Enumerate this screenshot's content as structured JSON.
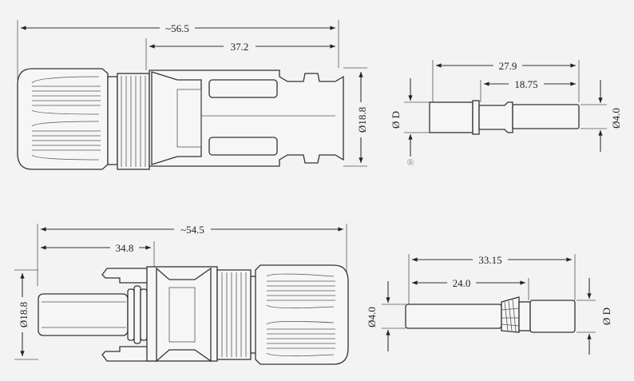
{
  "colors": {
    "background": "#f3f3f3",
    "outline": "#333333",
    "fill": "#f6f6f6"
  },
  "top_assembly": {
    "overall_length": "~56.5",
    "body_length": "37.2",
    "diameter": "Ø18.8"
  },
  "top_pin": {
    "length": "27.9",
    "tip_length": "18.75",
    "left_diameter": "Ø D",
    "right_diameter": "Ø4.0",
    "mark": "®"
  },
  "bottom_assembly": {
    "overall_length": "~54.5",
    "front_length": "34.8",
    "diameter": "Ø18.8"
  },
  "bottom_pin": {
    "length": "33.15",
    "front_length": "24.0",
    "left_diameter": "Ø4.0",
    "right_diameter": "Ø D"
  }
}
